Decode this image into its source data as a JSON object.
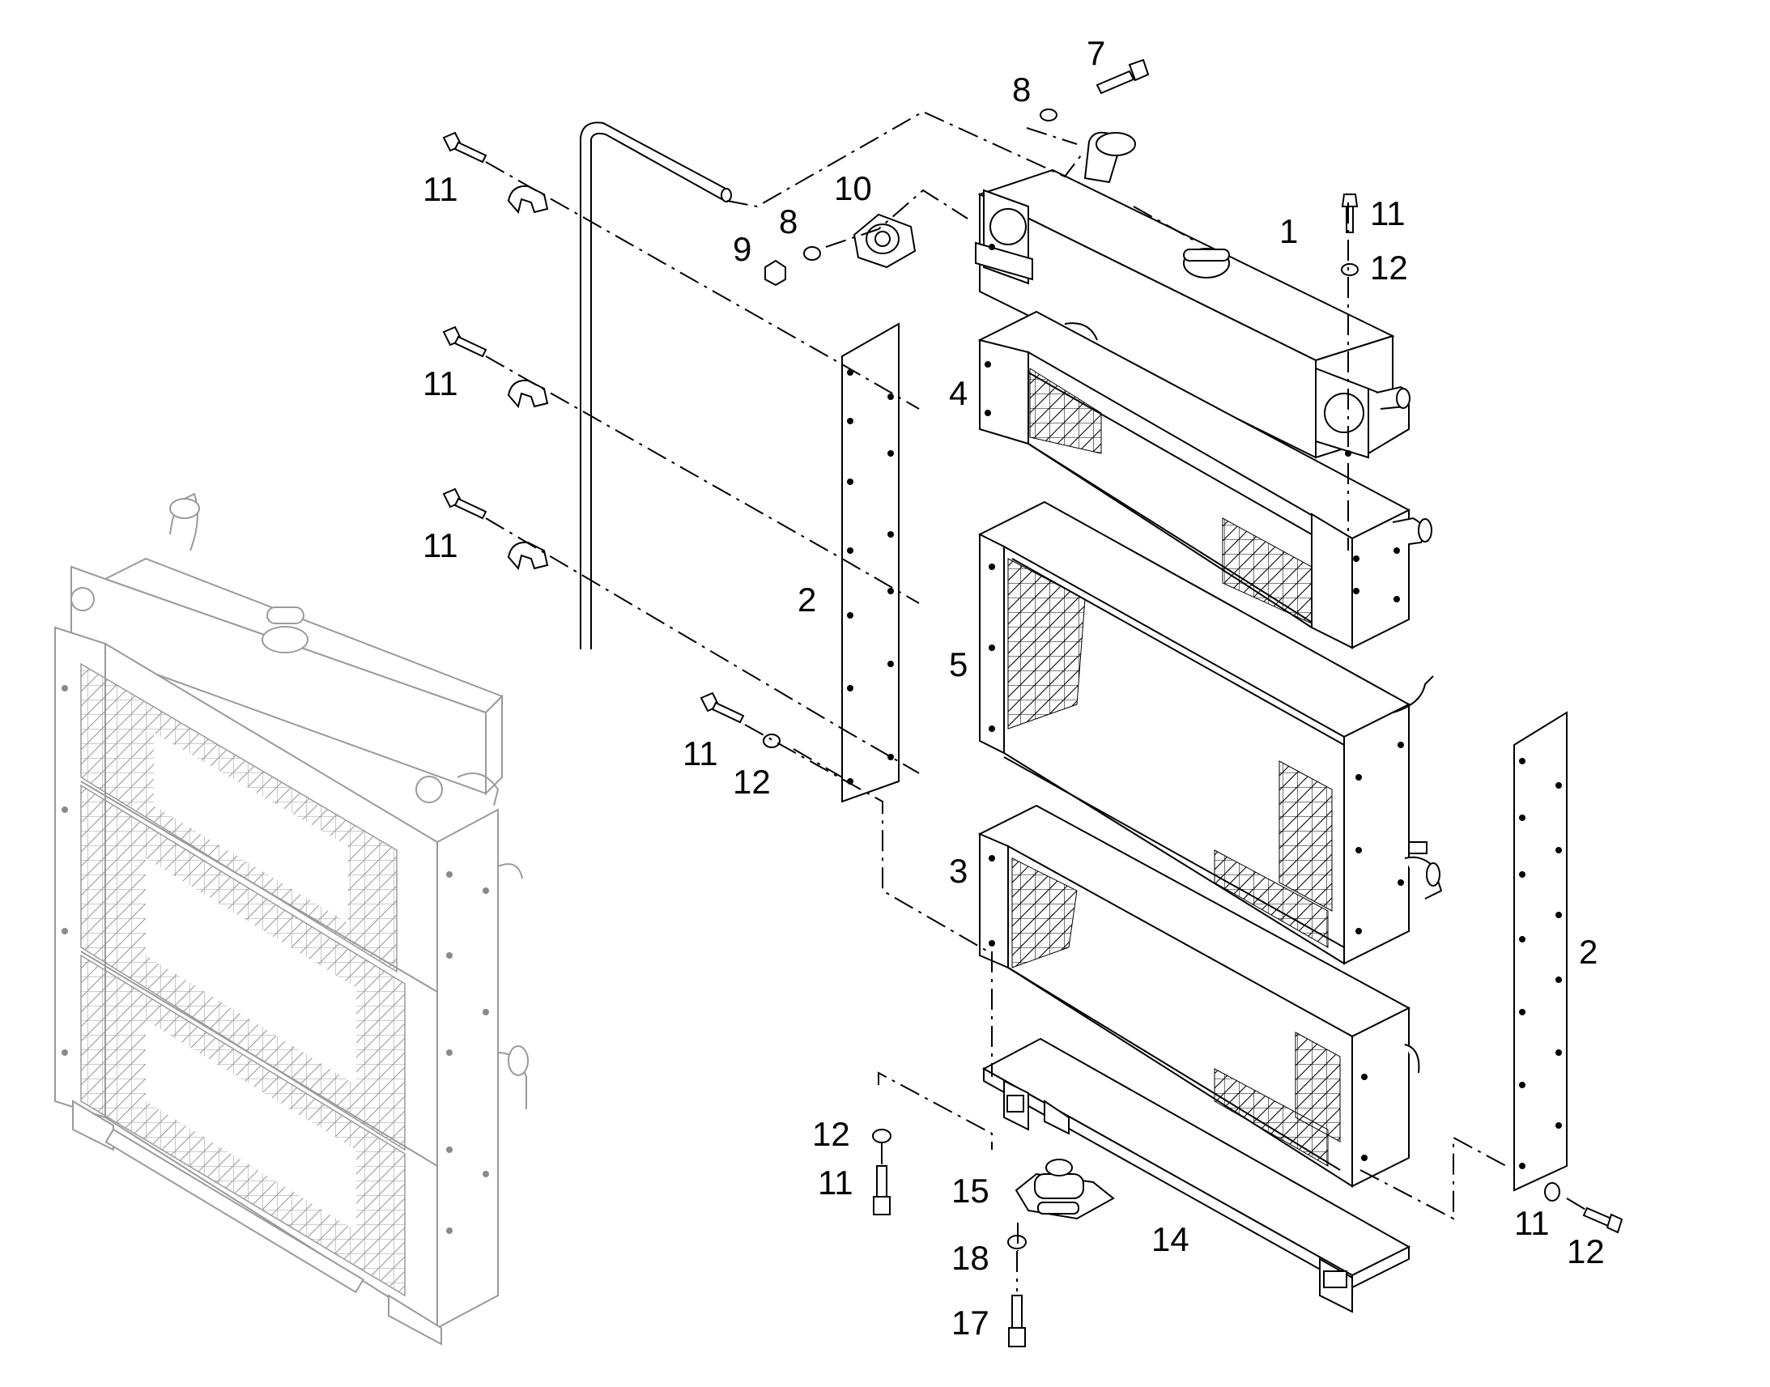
{
  "callouts": {
    "c1": "1",
    "c2_left": "2",
    "c2_right": "2",
    "c3": "3",
    "c4": "4",
    "c5": "5",
    "c7": "7",
    "c8_top": "8",
    "c8_mid": "8",
    "c9": "9",
    "c10": "10",
    "c11_top": "11",
    "c11_mid": "11",
    "c11_low": "11",
    "c11_bolt": "11",
    "c11_tank": "11",
    "c11_bottom": "11",
    "c11_right": "11",
    "c12_tank": "12",
    "c12_bolt": "12",
    "c12_bottom": "12",
    "c12_right": "12",
    "c14": "14",
    "c15": "15",
    "c17": "17",
    "c18": "18"
  },
  "colors": {
    "line": "#000000",
    "ghost_assembly": "#9a9a9a",
    "background": "#ffffff"
  }
}
